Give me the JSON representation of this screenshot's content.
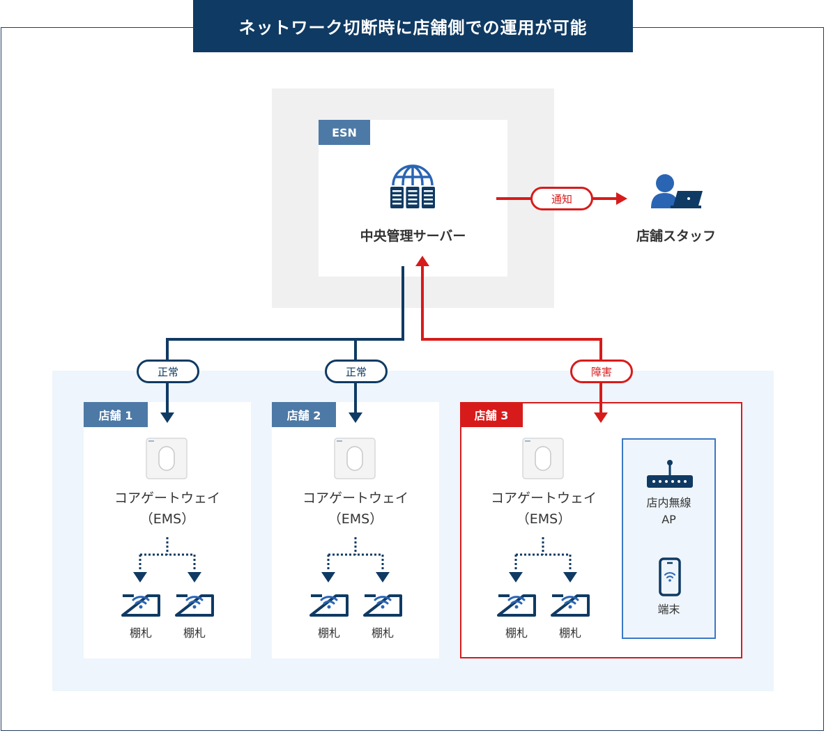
{
  "title": "ネットワーク切断時に店舗側での運用が可能",
  "esn": {
    "tag": "ESN",
    "server_label": "中央管理サーバー"
  },
  "notify": {
    "label": "通知",
    "target_label": "店舗スタッフ"
  },
  "connections": {
    "store1": "正常",
    "store2": "正常",
    "store3": "障害"
  },
  "stores": [
    {
      "tag": "店舗 1",
      "gateway_line1": "コアゲートウェイ",
      "gateway_line2": "（EMS）",
      "shelves": [
        "棚札",
        "棚札"
      ]
    },
    {
      "tag": "店舗 2",
      "gateway_line1": "コアゲートウェイ",
      "gateway_line2": "（EMS）",
      "shelves": [
        "棚札",
        "棚札"
      ]
    },
    {
      "tag": "店舗 3",
      "gateway_line1": "コアゲートウェイ",
      "gateway_line2": "（EMS）",
      "shelves": [
        "棚札",
        "棚札"
      ]
    }
  ],
  "wifi": {
    "ap_line1": "店内無線",
    "ap_line2": "AP",
    "device_label": "端末"
  },
  "colors": {
    "navy": "#0f3a63",
    "red": "#d71b1b",
    "blue": "#3a78c5",
    "tag_blue": "#4d79a6"
  }
}
